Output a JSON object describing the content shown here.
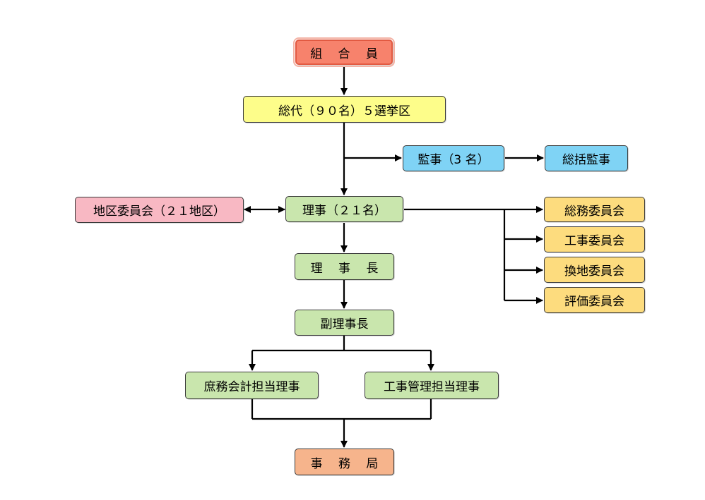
{
  "colors": {
    "members": "#f7826c",
    "delegates": "#fdfd8a",
    "audit": "#7fd3f5",
    "board": "#c9e6ad",
    "district": "#f8b8c3",
    "committee": "#fddc7e",
    "secretariat": "#f6b48c",
    "line": "#000000"
  },
  "nodes": {
    "members": "組 合 員",
    "delegates": "総代（９０名）５選挙区",
    "auditors": "監事（3 名）",
    "chief_auditor": "総括監事",
    "district_committee": "地区委員会（２１地区）",
    "directors": "理事（２１名）",
    "chairman": "理 事 長",
    "vice_chairman": "副理事長",
    "general_affairs_director": "庶務会計担当理事",
    "construction_director": "工事管理担当理事",
    "secretariat": "事 務 局"
  },
  "committees": [
    "総務委員会",
    "工事委員会",
    "換地委員会",
    "評価委員会"
  ]
}
